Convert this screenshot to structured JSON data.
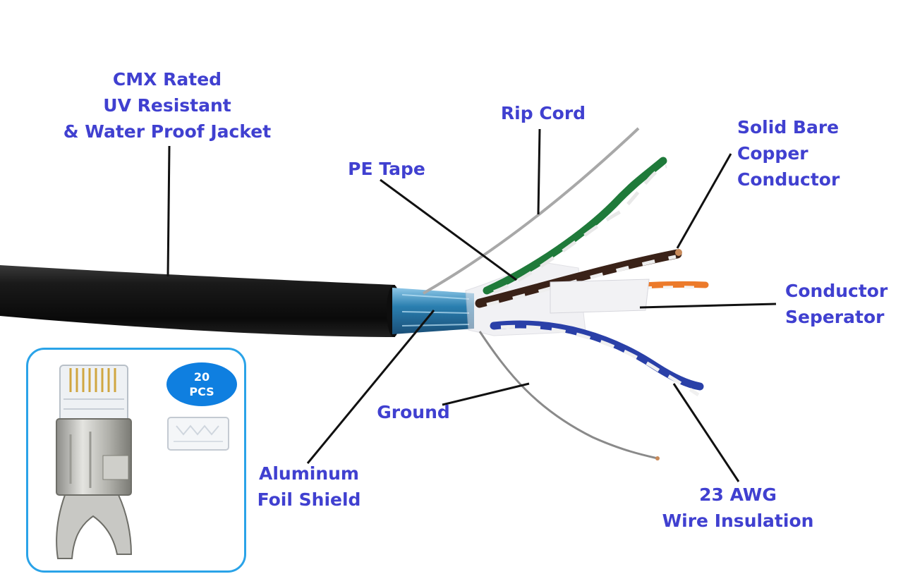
{
  "labels": {
    "jacket": [
      "CMX Rated",
      "UV Resistant",
      "& Water Proof Jacket"
    ],
    "rip_cord": [
      "Rip Cord"
    ],
    "pe_tape": [
      "PE Tape"
    ],
    "copper": [
      "Solid Bare",
      "Copper",
      "Conductor"
    ],
    "separator": [
      "Conductor",
      "Seperator"
    ],
    "ground": [
      "Ground"
    ],
    "foil": [
      "Aluminum",
      "Foil Shield"
    ],
    "insulation": [
      "23 AWG",
      "Wire Insulation"
    ]
  },
  "inset": {
    "badge_line1": "20",
    "badge_line2": "PCS"
  },
  "colors": {
    "label": "#4040d0",
    "inset_border": "#2aa3e8",
    "badge": "#0f7fe0",
    "jacket": "#141414",
    "foil": "#2a7fb0"
  }
}
